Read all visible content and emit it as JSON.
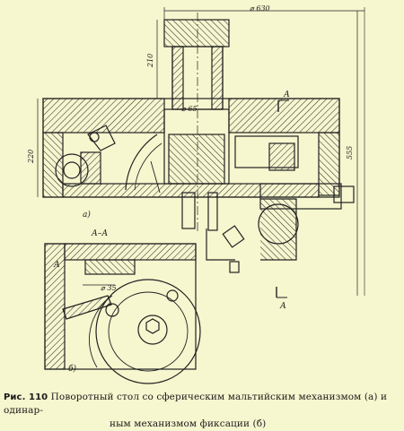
{
  "figure": {
    "dimensions": {
      "dia_630": "⌀ 630",
      "h_210": "210",
      "dia_65": "⌀ 65",
      "h_220": "220",
      "h_555": "555",
      "dia_35": "⌀ 35"
    },
    "section_letters": [
      "А",
      "А",
      "А"
    ],
    "section_label": "А–А",
    "panel_labels": [
      "а)",
      "б)"
    ]
  },
  "caption": {
    "figure_number": "Рис. 110",
    "text_line1": "Поворотный стол со сферическим мальтийским механизмом (а) и одинар-",
    "text_line2": "ным механизмом фиксации (б)"
  },
  "colors": {
    "background": "#f6f6cf",
    "ink": "#1d1d1d"
  }
}
